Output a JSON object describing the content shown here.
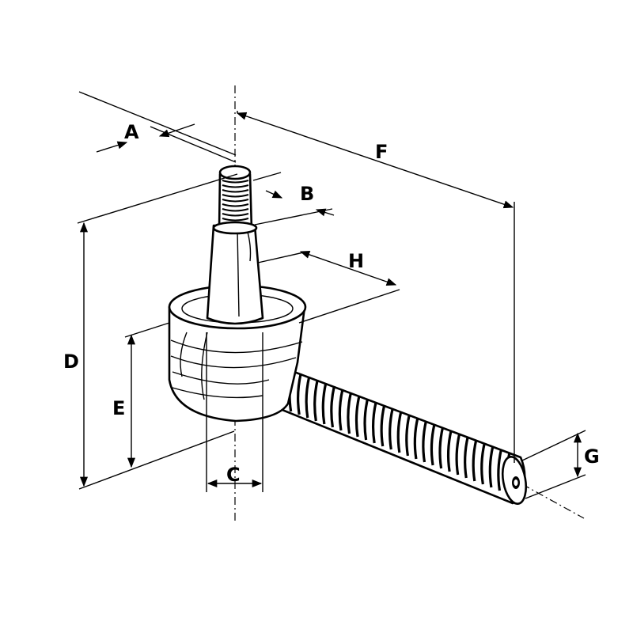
{
  "diagram": {
    "labels": {
      "a": "A",
      "b": "B",
      "c": "C",
      "d": "D",
      "e": "E",
      "f": "F",
      "g": "G",
      "h": "H"
    },
    "line_color": "#000000",
    "background": "#ffffff"
  }
}
